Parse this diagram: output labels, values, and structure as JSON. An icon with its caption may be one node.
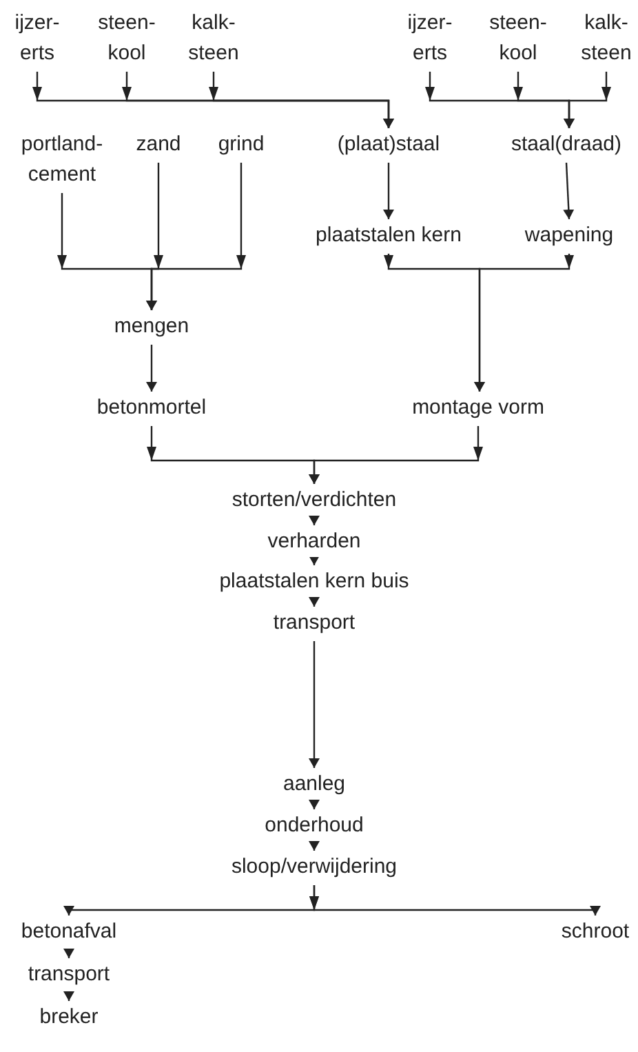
{
  "diagram": {
    "nodes": [
      {
        "text": [
          "ijzer- erts"
        ]
      },
      {
        "text": [
          "steen- kool"
        ]
      },
      {
        "text": [
          "kalk- steen"
        ]
      },
      {
        "text": [
          "ijzer- erts"
        ]
      },
      {
        "text": [
          "steen- kool"
        ]
      },
      {
        "text": [
          "kalk- steen"
        ]
      },
      {
        "text": [
          "portland- cement"
        ]
      },
      {
        "text": [
          "zand"
        ]
      },
      {
        "text": [
          "grind"
        ]
      },
      {
        "text": [
          "(plaat)staal"
        ]
      },
      {
        "text": [
          "staal(draad)"
        ]
      },
      {
        "text": [
          "plaatstalen kern"
        ]
      },
      {
        "text": [
          "wapening"
        ]
      },
      {
        "text": [
          "mengen"
        ]
      },
      {
        "text": [
          "betonmortel"
        ]
      },
      {
        "text": [
          "montage vorm"
        ]
      },
      {
        "text": [
          "storten/verdichten"
        ]
      },
      {
        "text": [
          "verharden"
        ]
      },
      {
        "text": [
          "plaatstalen kern buis"
        ]
      },
      {
        "text": [
          "transport"
        ]
      },
      {
        "text": [
          "aanleg"
        ]
      },
      {
        "text": [
          "onderhoud"
        ]
      },
      {
        "text": [
          "sloop/verwijdering"
        ]
      },
      {
        "text": [
          "betonafval"
        ]
      },
      {
        "text": [
          "schroot"
        ]
      },
      {
        "text": [
          "transport"
        ]
      },
      {
        "text": [
          "breker"
        ]
      }
    ],
    "edges": [
      {
        "from": 0,
        "to": 9,
        "arrow": "to"
      },
      {
        "from": 1,
        "to": 9,
        "arrow": "to"
      },
      {
        "from": 2,
        "to": 9,
        "arrow": "to"
      },
      {
        "from": 3,
        "to": 10,
        "arrow": "to"
      },
      {
        "from": 4,
        "to": 10,
        "arrow": "to"
      },
      {
        "from": 5,
        "to": 10,
        "arrow": "to"
      },
      {
        "from": 6,
        "to": 13,
        "arrow": "to"
      },
      {
        "from": 7,
        "to": 13,
        "arrow": "to"
      },
      {
        "from": 8,
        "to": 13,
        "arrow": "to"
      },
      {
        "from": 9,
        "to": 11,
        "arrow": "to"
      },
      {
        "from": 10,
        "to": 12,
        "arrow": "to"
      },
      {
        "from": 11,
        "to": 15,
        "arrow": "to"
      },
      {
        "from": 12,
        "to": 15,
        "arrow": "to"
      },
      {
        "from": 13,
        "to": 14,
        "arrow": "to"
      },
      {
        "from": 14,
        "to": 16,
        "arrow": "to"
      },
      {
        "from": 15,
        "to": 16,
        "arrow": "to"
      },
      {
        "from": 16,
        "to": 17,
        "arrow": "to"
      },
      {
        "from": 17,
        "to": 18,
        "arrow": "to"
      },
      {
        "from": 18,
        "to": 19,
        "arrow": "to"
      },
      {
        "from": 19,
        "to": 20,
        "arrow": "to"
      },
      {
        "from": 20,
        "to": 21,
        "arrow": "to"
      },
      {
        "from": 21,
        "to": 22,
        "arrow": "to"
      },
      {
        "from": 22,
        "to": 23,
        "arrow": "to"
      },
      {
        "from": 22,
        "to": 24,
        "arrow": "to"
      },
      {
        "from": 23,
        "to": 25,
        "arrow": "to"
      },
      {
        "from": 25,
        "to": 26,
        "arrow": "to"
      }
    ]
  }
}
